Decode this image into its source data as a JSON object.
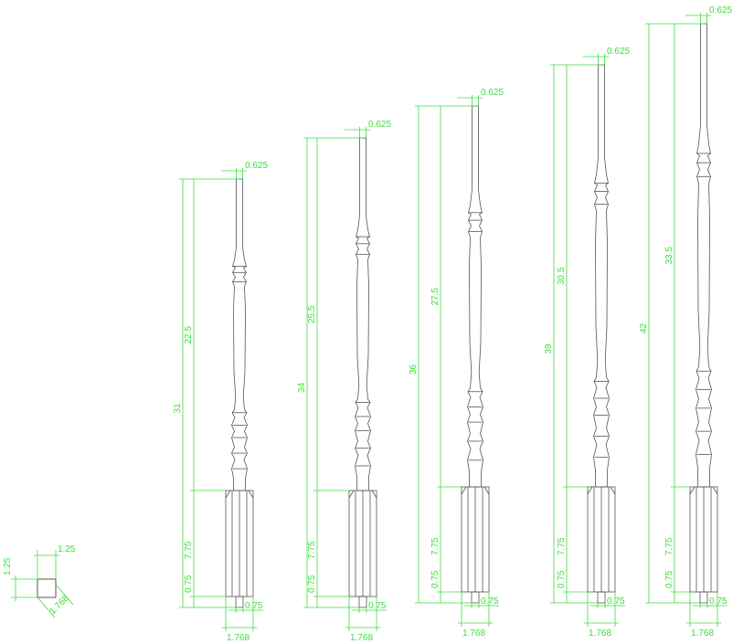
{
  "colors": {
    "background": "#ffffff",
    "outline": "#555555",
    "dimension": "#3ddc3d"
  },
  "section_detail": {
    "height_label": "1.25",
    "width_label": "1.25",
    "diagonal_label": "1.768"
  },
  "balusters": [
    {
      "overall": "34",
      "body": "25.5",
      "block": "7.75",
      "foot": "0.75",
      "pin": "0.75",
      "width": "1.768",
      "top": "0.625"
    },
    {
      "overall": "31",
      "body": "22.5",
      "block": "7.75",
      "foot": "0.75",
      "pin": "0.75",
      "width": "1.768",
      "top": "0.625"
    },
    {
      "overall": "36",
      "body": "27.5",
      "block": "7.75",
      "foot": "0.75",
      "pin": "0.75",
      "width": "1.768",
      "top": "0.625"
    },
    {
      "overall": "39",
      "body": "30.5",
      "block": "7.75",
      "foot": "0.75",
      "pin": "0.75",
      "width": "1.768",
      "top": "0.625"
    },
    {
      "overall": "42",
      "body": "33.5",
      "block": "7.75",
      "foot": "0.75",
      "pin": "0.75",
      "width": "1.768",
      "top": "0.625"
    }
  ]
}
